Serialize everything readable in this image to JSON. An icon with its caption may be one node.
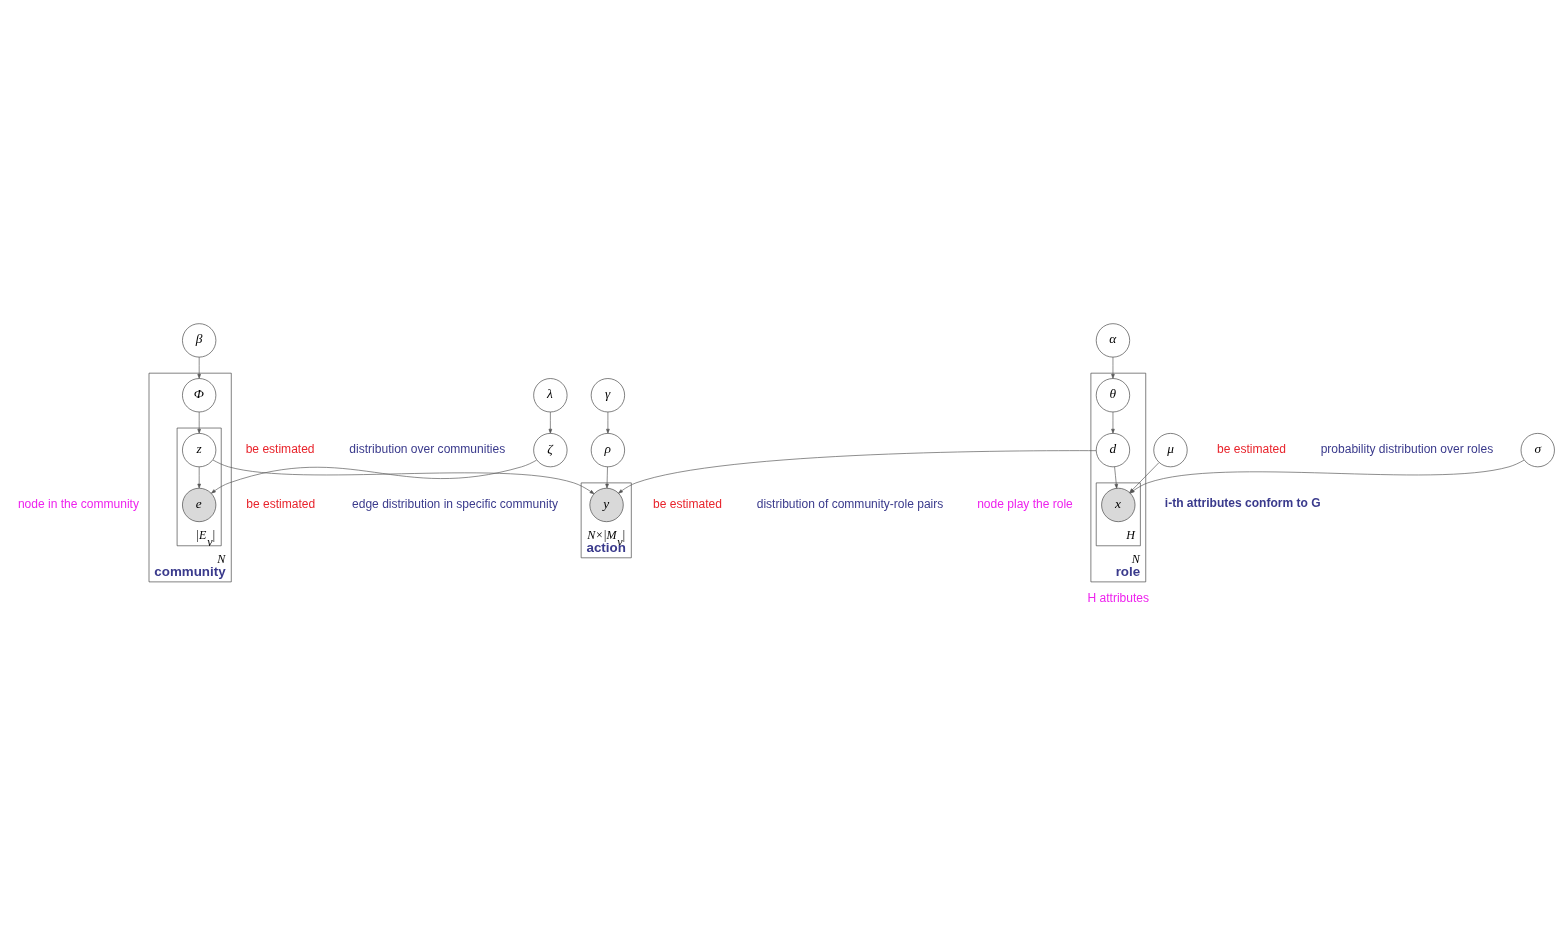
{
  "diagram": {
    "nodes": [
      {
        "text": [
          "β"
        ]
      },
      {
        "text": [
          "γ"
        ]
      },
      {
        "text": [
          "α"
        ]
      },
      {
        "text": [
          "N",
          "community"
        ]
      },
      {
        "text": [
          "Φ"
        ],
        "in": 3
      },
      {
        "text": [
          "|E$_{v}$|"
        ],
        "in": 3
      },
      {
        "text": [
          "z"
        ],
        "in": 5
      },
      {
        "text": [
          "e"
        ],
        "in": 5
      },
      {
        "text": [
          "λ"
        ]
      },
      {
        "text": [
          "ζ"
        ]
      },
      {
        "text": [
          "ρ"
        ]
      },
      {
        "text": [
          "N×|M$_{v}$|",
          "action"
        ]
      },
      {
        "text": [
          "y"
        ],
        "in": 11
      },
      {
        "text": [
          "N",
          "role"
        ]
      },
      {
        "text": [
          "θ"
        ],
        "in": 13
      },
      {
        "text": [
          "d"
        ],
        "in": 13
      },
      {
        "text": [
          "H"
        ],
        "in": 13
      },
      {
        "text": [
          "x"
        ],
        "in": 16
      },
      {
        "text": [
          "μ"
        ]
      },
      {
        "text": [
          "σ"
        ]
      }
    ],
    "edges": [
      {
        "from": 0,
        "to": 4,
        "arrow": "to"
      },
      {
        "from": 4,
        "to": 6,
        "arrow": "to"
      },
      {
        "from": 6,
        "to": 7,
        "arrow": "to"
      },
      {
        "from": 8,
        "to": 9,
        "arrow": "to"
      },
      {
        "from": 9,
        "to": 7,
        "arrow": "to"
      },
      {
        "from": 1,
        "to": 10,
        "arrow": "to"
      },
      {
        "from": 10,
        "to": 12,
        "arrow": "to"
      },
      {
        "from": 6,
        "to": 12,
        "arrow": "to"
      },
      {
        "from": 15,
        "to": 12,
        "arrow": "to"
      },
      {
        "from": 2,
        "to": 14,
        "arrow": "to"
      },
      {
        "from": 14,
        "to": 15,
        "arrow": "to"
      },
      {
        "from": 15,
        "to": 17,
        "arrow": "to"
      },
      {
        "from": 18,
        "to": 17,
        "arrow": "to"
      },
      {
        "from": 19,
        "to": 17,
        "arrow": "to"
      }
    ],
    "labels": [
      "be estimated",
      "distribution over communities",
      "be estimated",
      "distribution of community-role pairs",
      "be estimated",
      "probability distribution over roles",
      "node in the community",
      "node play the role",
      "be estimated",
      "edge distribution in specific community",
      "i-th attributes conform to G",
      "H attributes"
    ]
  }
}
